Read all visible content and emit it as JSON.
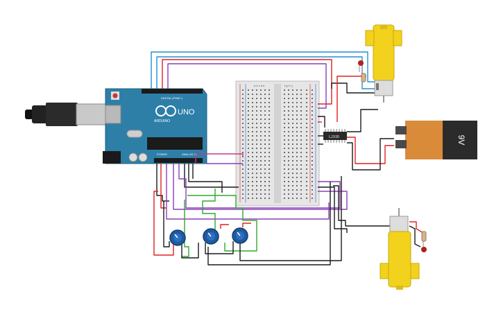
{
  "arduino": {
    "brand_text": "ARDUINO",
    "model_text": "UNO",
    "digital_header_label": "DIGITAL (PWM~)",
    "power_header_label": "POWER",
    "analog_header_label": "ANALOG IN"
  },
  "breadboard": {
    "column_letters_left": "a b c d e",
    "column_letters_right": "f g h i j"
  },
  "driver_ic": {
    "label": "L293D"
  },
  "battery": {
    "label": "9V"
  },
  "colors": {
    "board_blue": "#2d7fa8",
    "wire_red": "#e02020",
    "wire_black": "#1a1a1a",
    "wire_green": "#2fa82f",
    "wire_purple": "#8a3fb8",
    "wire_blue": "#1e8fd8",
    "wire_magenta": "#c43a8a",
    "motor_yellow": "#f2d21c",
    "battery_orange": "#d98b3a"
  },
  "components": [
    {
      "name": "arduino-uno",
      "type": "microcontroller"
    },
    {
      "name": "breadboard",
      "type": "breadboard"
    },
    {
      "name": "motor-driver-ic",
      "type": "ic"
    },
    {
      "name": "dc-motor-top",
      "type": "gear-motor"
    },
    {
      "name": "dc-motor-bottom",
      "type": "gear-motor"
    },
    {
      "name": "battery-9v",
      "type": "battery"
    },
    {
      "name": "potentiometer",
      "type": "potentiometer",
      "count": 3
    },
    {
      "name": "led",
      "type": "led",
      "count": 2
    }
  ]
}
